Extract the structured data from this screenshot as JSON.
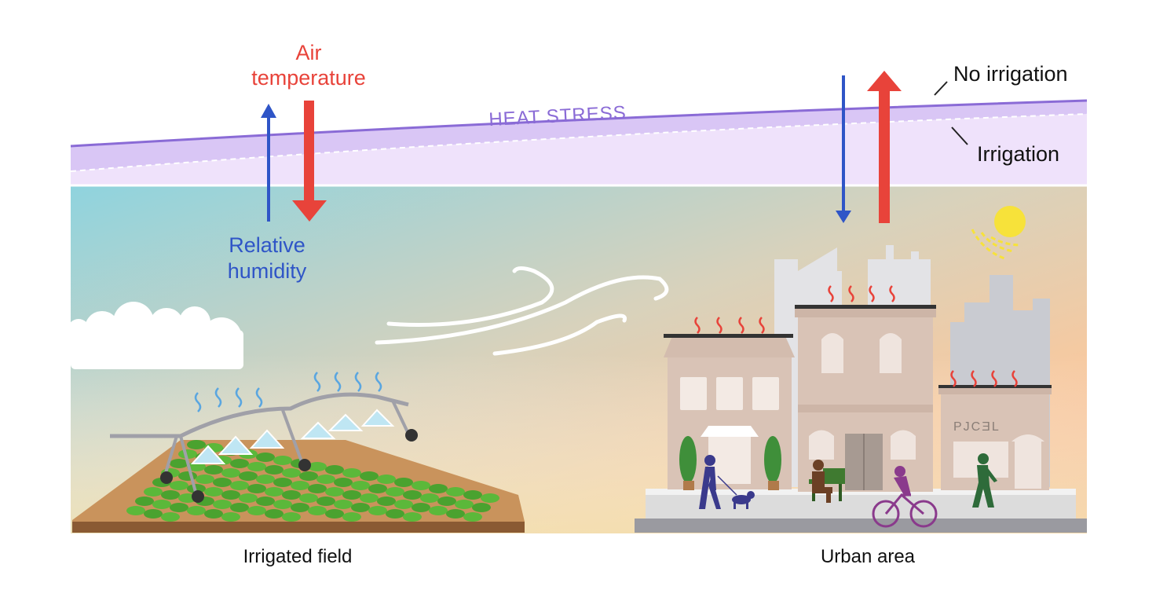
{
  "labels": {
    "air_temperature_line1": "Air",
    "air_temperature_line2": "temperature",
    "relative_humidity_line1": "Relative",
    "relative_humidity_line2": "humidity",
    "heat_stress": "HEAT STRESS",
    "no_irrigation": "No irrigation",
    "irrigation": "Irrigation",
    "irrigated_field": "Irrigated field",
    "urban_area": "Urban area",
    "shop_sign": "PJCƎL"
  },
  "colors": {
    "air_temperature": "#e8433a",
    "relative_humidity": "#2f55c7",
    "heat_stress": "#8a6bd6",
    "heat_band_upper": "#d9c6f5",
    "heat_band_lower": "#efe2fb",
    "sky_left": "#8fd3de",
    "sky_right": "#f7b48a",
    "sun": "#f7e23a",
    "crop": "#5bb83a",
    "soil": "#c9935c",
    "building": "#d9c3b6",
    "pavement": "#d9d9d9"
  },
  "icons": [
    "sun-icon",
    "wind-icon",
    "cloud-icon",
    "heat-wave-icon",
    "sprinkler-icon",
    "pedestrian-icon",
    "dog-icon",
    "cyclist-icon",
    "runner-icon",
    "bench-icon"
  ]
}
